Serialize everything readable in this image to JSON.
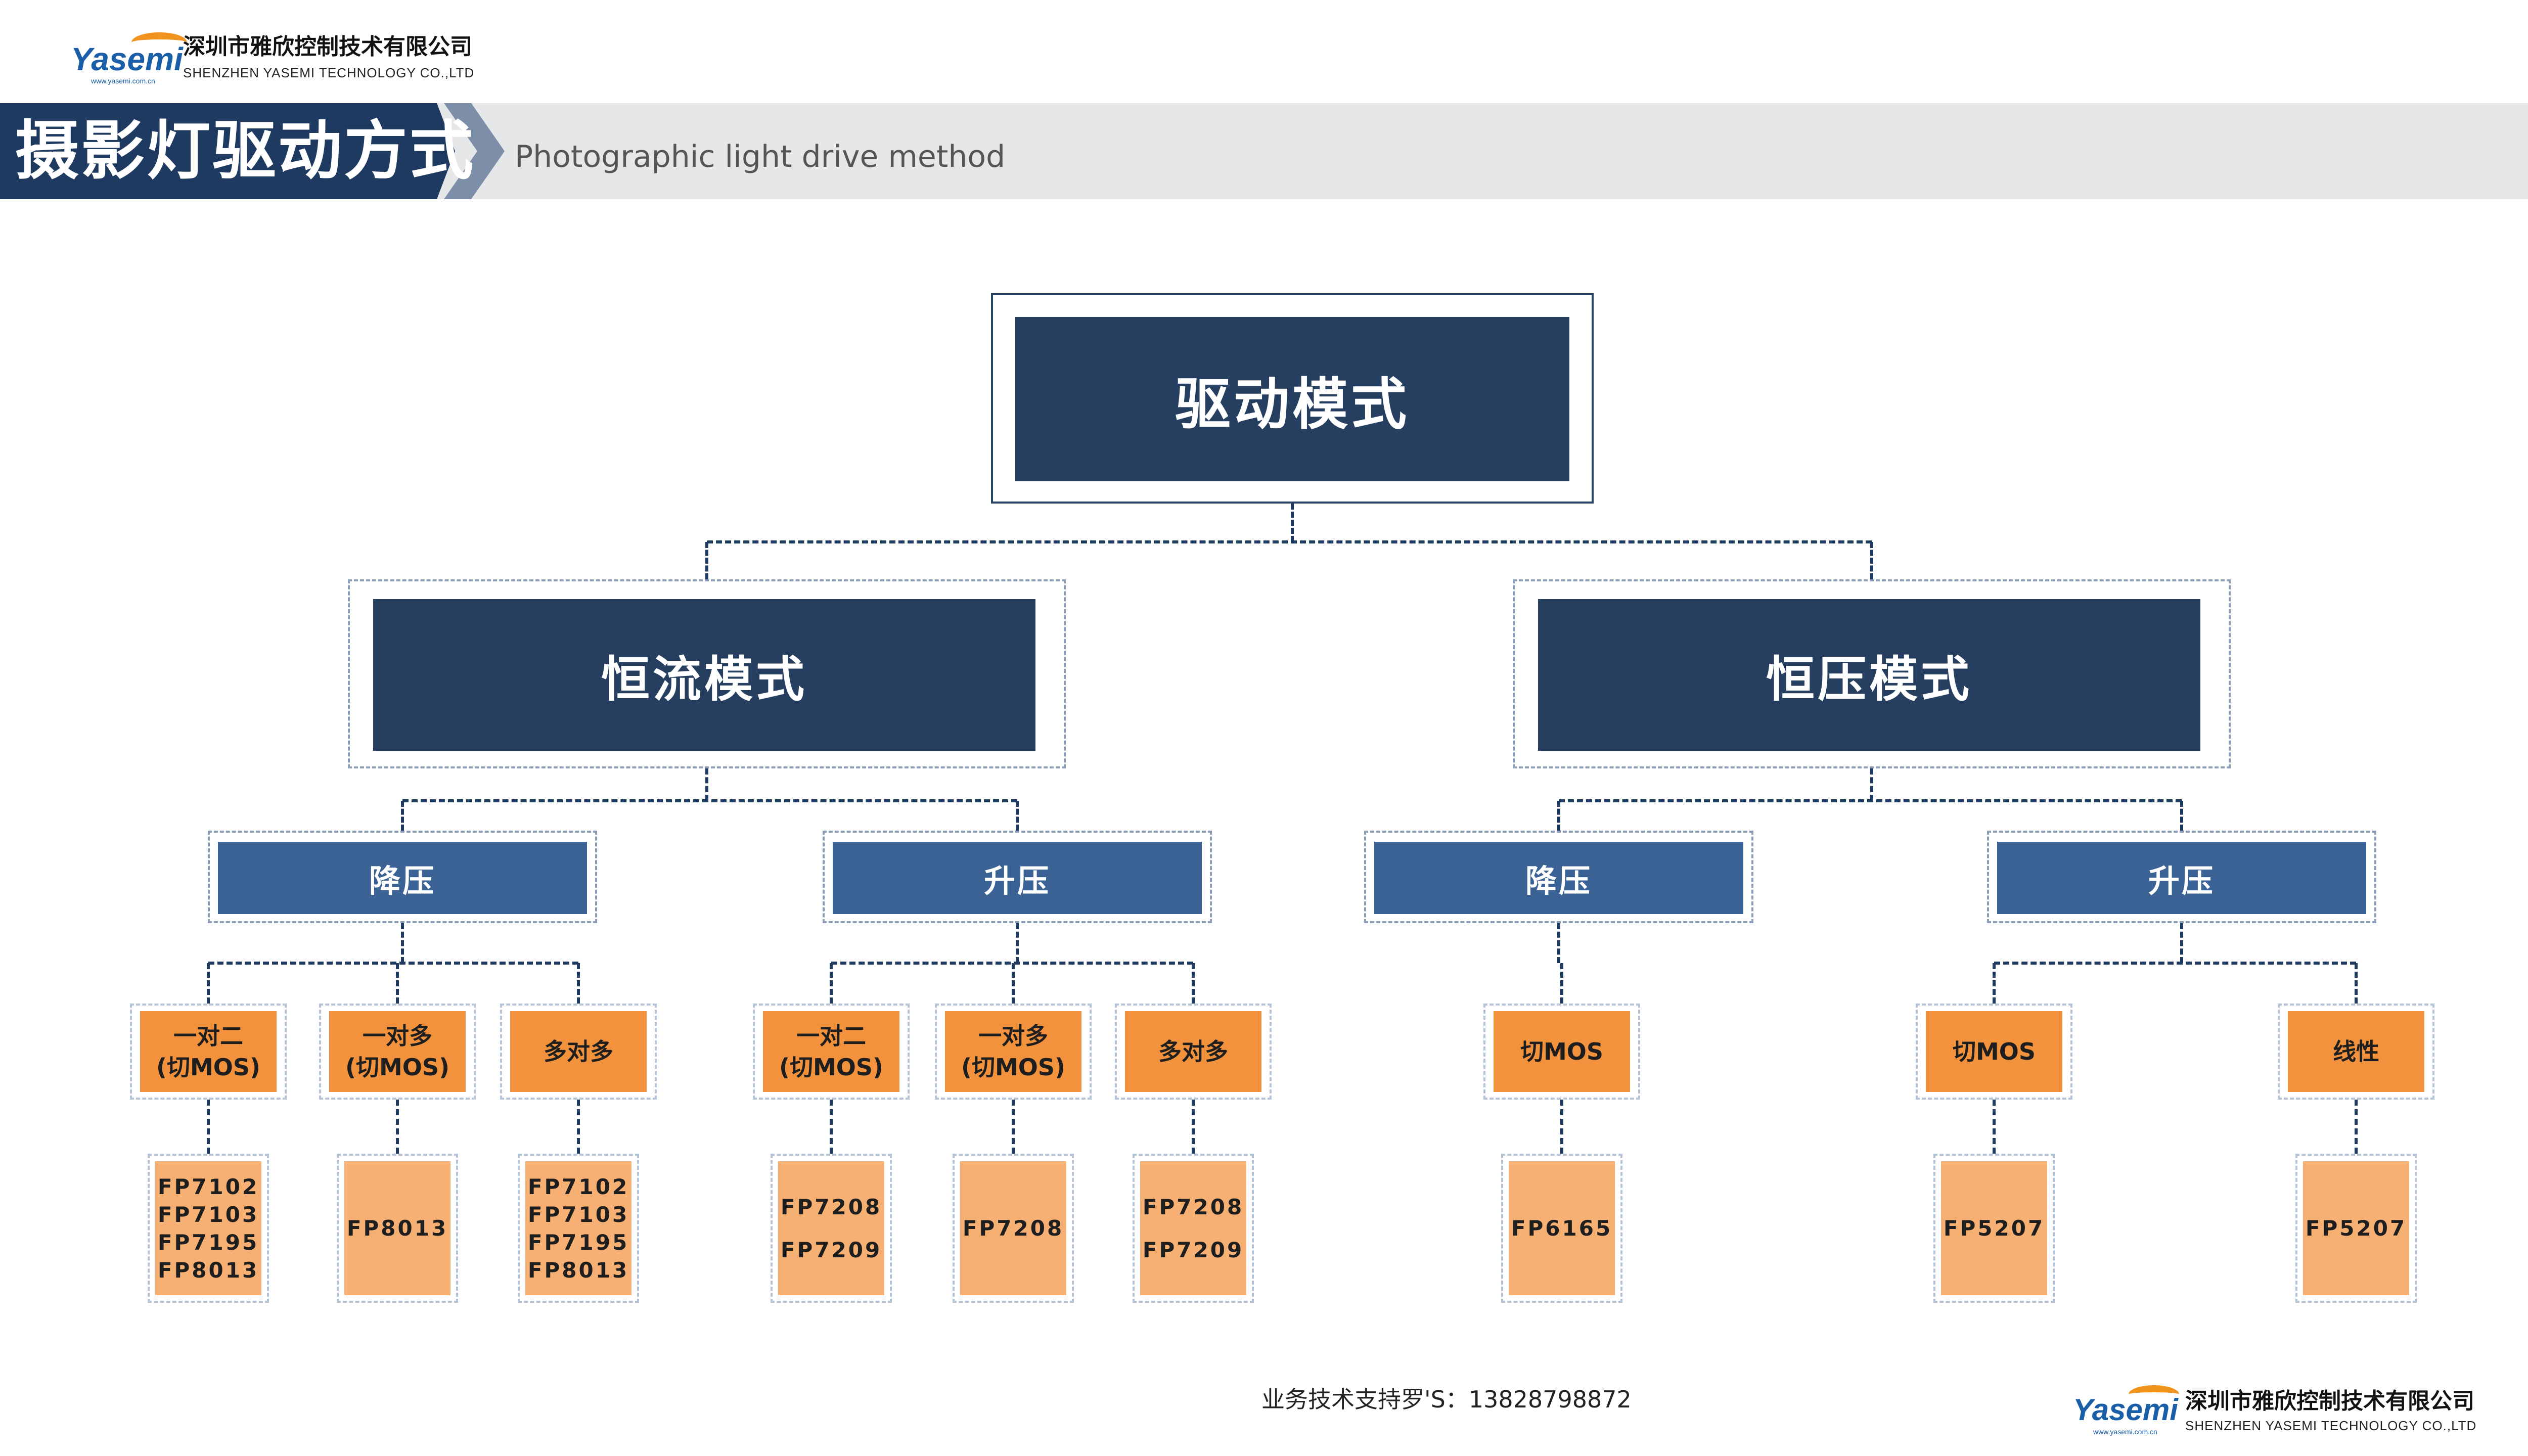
{
  "header": {
    "logo_text": "Yasemi",
    "logo_url": "www.yasemi.com.cn",
    "company_cn": "深圳市雅欣控制技术有限公司",
    "company_en": "SHENZHEN  YASEMI TECHNOLOGY CO.,LTD"
  },
  "banner": {
    "title_cn": "摄影灯驱动方式",
    "title_en": "Photographic light drive method"
  },
  "diagram": {
    "root": "驱动模式",
    "branches": [
      {
        "label": "恒流模式",
        "modes": [
          {
            "label": "降压",
            "types": [
              {
                "label": [
                  "一对二",
                  "(切MOS)"
                ],
                "parts": [
                  "FP7102",
                  "FP7103",
                  "FP7195",
                  "FP8013"
                ]
              },
              {
                "label": [
                  "一对多",
                  "(切MOS)"
                ],
                "parts": [
                  "FP8013"
                ]
              },
              {
                "label": [
                  "多对多"
                ],
                "parts": [
                  "FP7102",
                  "FP7103",
                  "FP7195",
                  "FP8013"
                ]
              }
            ]
          },
          {
            "label": "升压",
            "types": [
              {
                "label": [
                  "一对二",
                  "(切MOS)"
                ],
                "parts": [
                  "FP7208",
                  "FP7209"
                ]
              },
              {
                "label": [
                  "一对多",
                  "(切MOS)"
                ],
                "parts": [
                  "FP7208"
                ]
              },
              {
                "label": [
                  "多对多"
                ],
                "parts": [
                  "FP7208",
                  "FP7209"
                ]
              }
            ]
          }
        ]
      },
      {
        "label": "恒压模式",
        "modes": [
          {
            "label": "降压",
            "types": [
              {
                "label": [
                  "切MOS"
                ],
                "parts": [
                  "FP6165"
                ]
              }
            ]
          },
          {
            "label": "升压",
            "types": [
              {
                "label": [
                  "切MOS"
                ],
                "parts": [
                  "FP5207"
                ]
              },
              {
                "label": [
                  "线性"
                ],
                "parts": [
                  "FP5207"
                ]
              }
            ]
          }
        ]
      }
    ]
  },
  "footer": {
    "contact": "业务技术支持罗'S：13828798872",
    "company_cn": "深圳市雅欣控制技术有限公司",
    "company_en": "SHENZHEN  YASEMI TECHNOLOGY CO.,LTD",
    "logo_text": "Yasemi",
    "logo_url": "www.yasemi.com.cn"
  },
  "colors": {
    "navy": "#263f60",
    "mode_blue": "#3a6294",
    "orange": "#f2923c",
    "light_orange": "#f7b074",
    "banner_gray": "#e6e7e9",
    "logo_blue": "#1b5ea8",
    "logo_orange": "#f0941f"
  }
}
